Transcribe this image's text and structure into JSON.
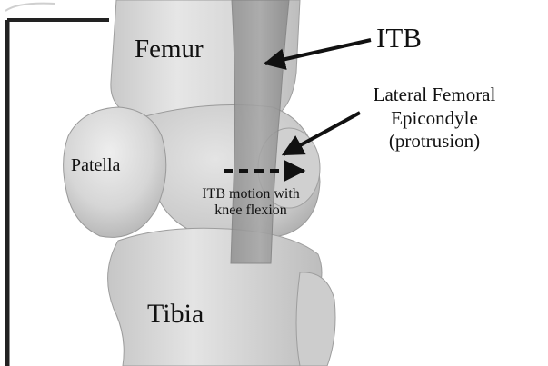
{
  "labels": {
    "femur": "Femur",
    "itb": "ITB",
    "lateral_epicondyle": {
      "line1": "Lateral Femoral",
      "line2": "Epicondyle",
      "line3": "(protrusion)"
    },
    "patella": "Patella",
    "itb_motion": {
      "line1": "ITB motion with",
      "line2": "knee flexion"
    },
    "tibia": "Tibia"
  },
  "colors": {
    "bone_light": "#e9e9e9",
    "bone_mid": "#cfcfcf",
    "bone_dark": "#a9a9a9",
    "itb_band": "#9a9a9a",
    "arrow": "#111111",
    "frame": "#222222"
  }
}
